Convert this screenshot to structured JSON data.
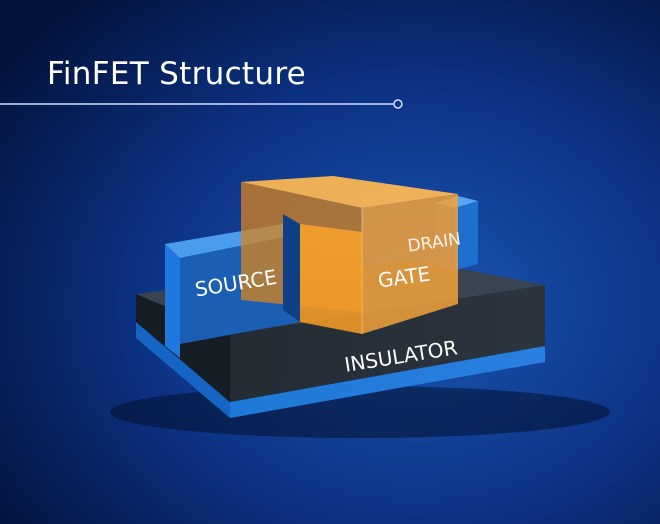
{
  "title": "FinFET Structure",
  "labels": {
    "source": "SOURCE",
    "gate": "GATE",
    "drain": "DRAIN",
    "insulator": "INSULATOR"
  },
  "colors": {
    "background": "#0a2a6e",
    "substrate": "#1e79d6",
    "insulator": "#242d36",
    "fin": "#1f6fcf",
    "gate": "#f7a12a",
    "text": "#ffffff"
  }
}
